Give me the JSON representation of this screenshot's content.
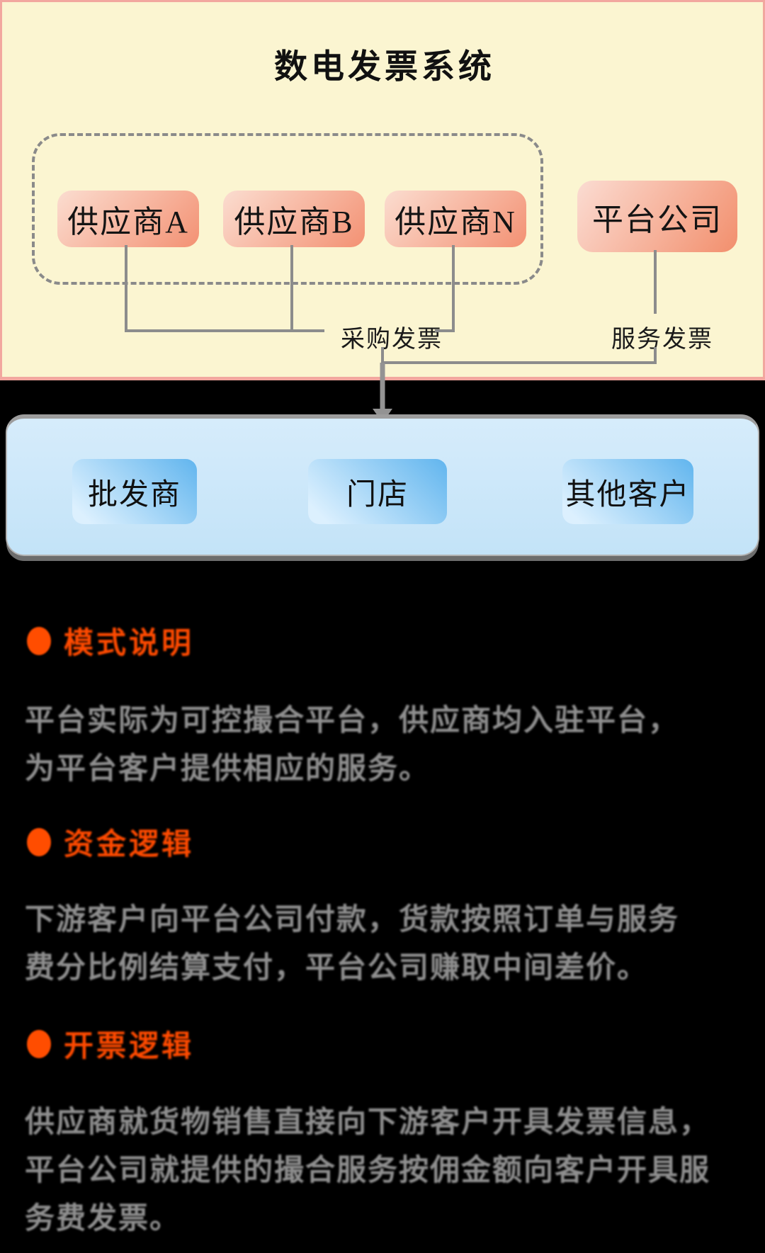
{
  "diagram": {
    "title": "数电发票系统",
    "suppliers": [
      {
        "label": "供应商A"
      },
      {
        "label": "供应商B"
      },
      {
        "label": "供应商N"
      }
    ],
    "platform": {
      "label": "平台公司"
    },
    "invoice_labels": {
      "purchase": "采购发票",
      "service": "服务发票"
    },
    "customers": [
      {
        "label": "批发商"
      },
      {
        "label": "门店"
      },
      {
        "label": "其他客户"
      }
    ]
  },
  "sections": [
    {
      "heading": "模式说明",
      "lines": [
        "平台实际为可控撮合平台，供应商均入驻平台，",
        "为平台客户提供相应的服务。"
      ]
    },
    {
      "heading": "资金逻辑",
      "lines": [
        "下游客户向平台公司付款，货款按照订单与服务",
        "费分比例结算支付，平台公司赚取中间差价。"
      ]
    },
    {
      "heading": "开票逻辑",
      "lines": [
        "供应商就货物销售直接向下游客户开具发票信息，",
        "平台公司就提供的撮合服务按佣金额向客户开具服",
        "务费发票。"
      ]
    }
  ],
  "colors": {
    "cream_bg": "#fbf5d1",
    "pink_border": "#f2a79f",
    "supplier_gradient_start": "#fbddd0",
    "supplier_gradient_end": "#f39173",
    "blue_panel": "#cde8fa",
    "customer_gradient": "#61b5ee",
    "connector_gray": "#8f8f8f",
    "heading_orange": "#ff4a00",
    "body_gray": "#8f8f8f",
    "background": "#000000"
  }
}
